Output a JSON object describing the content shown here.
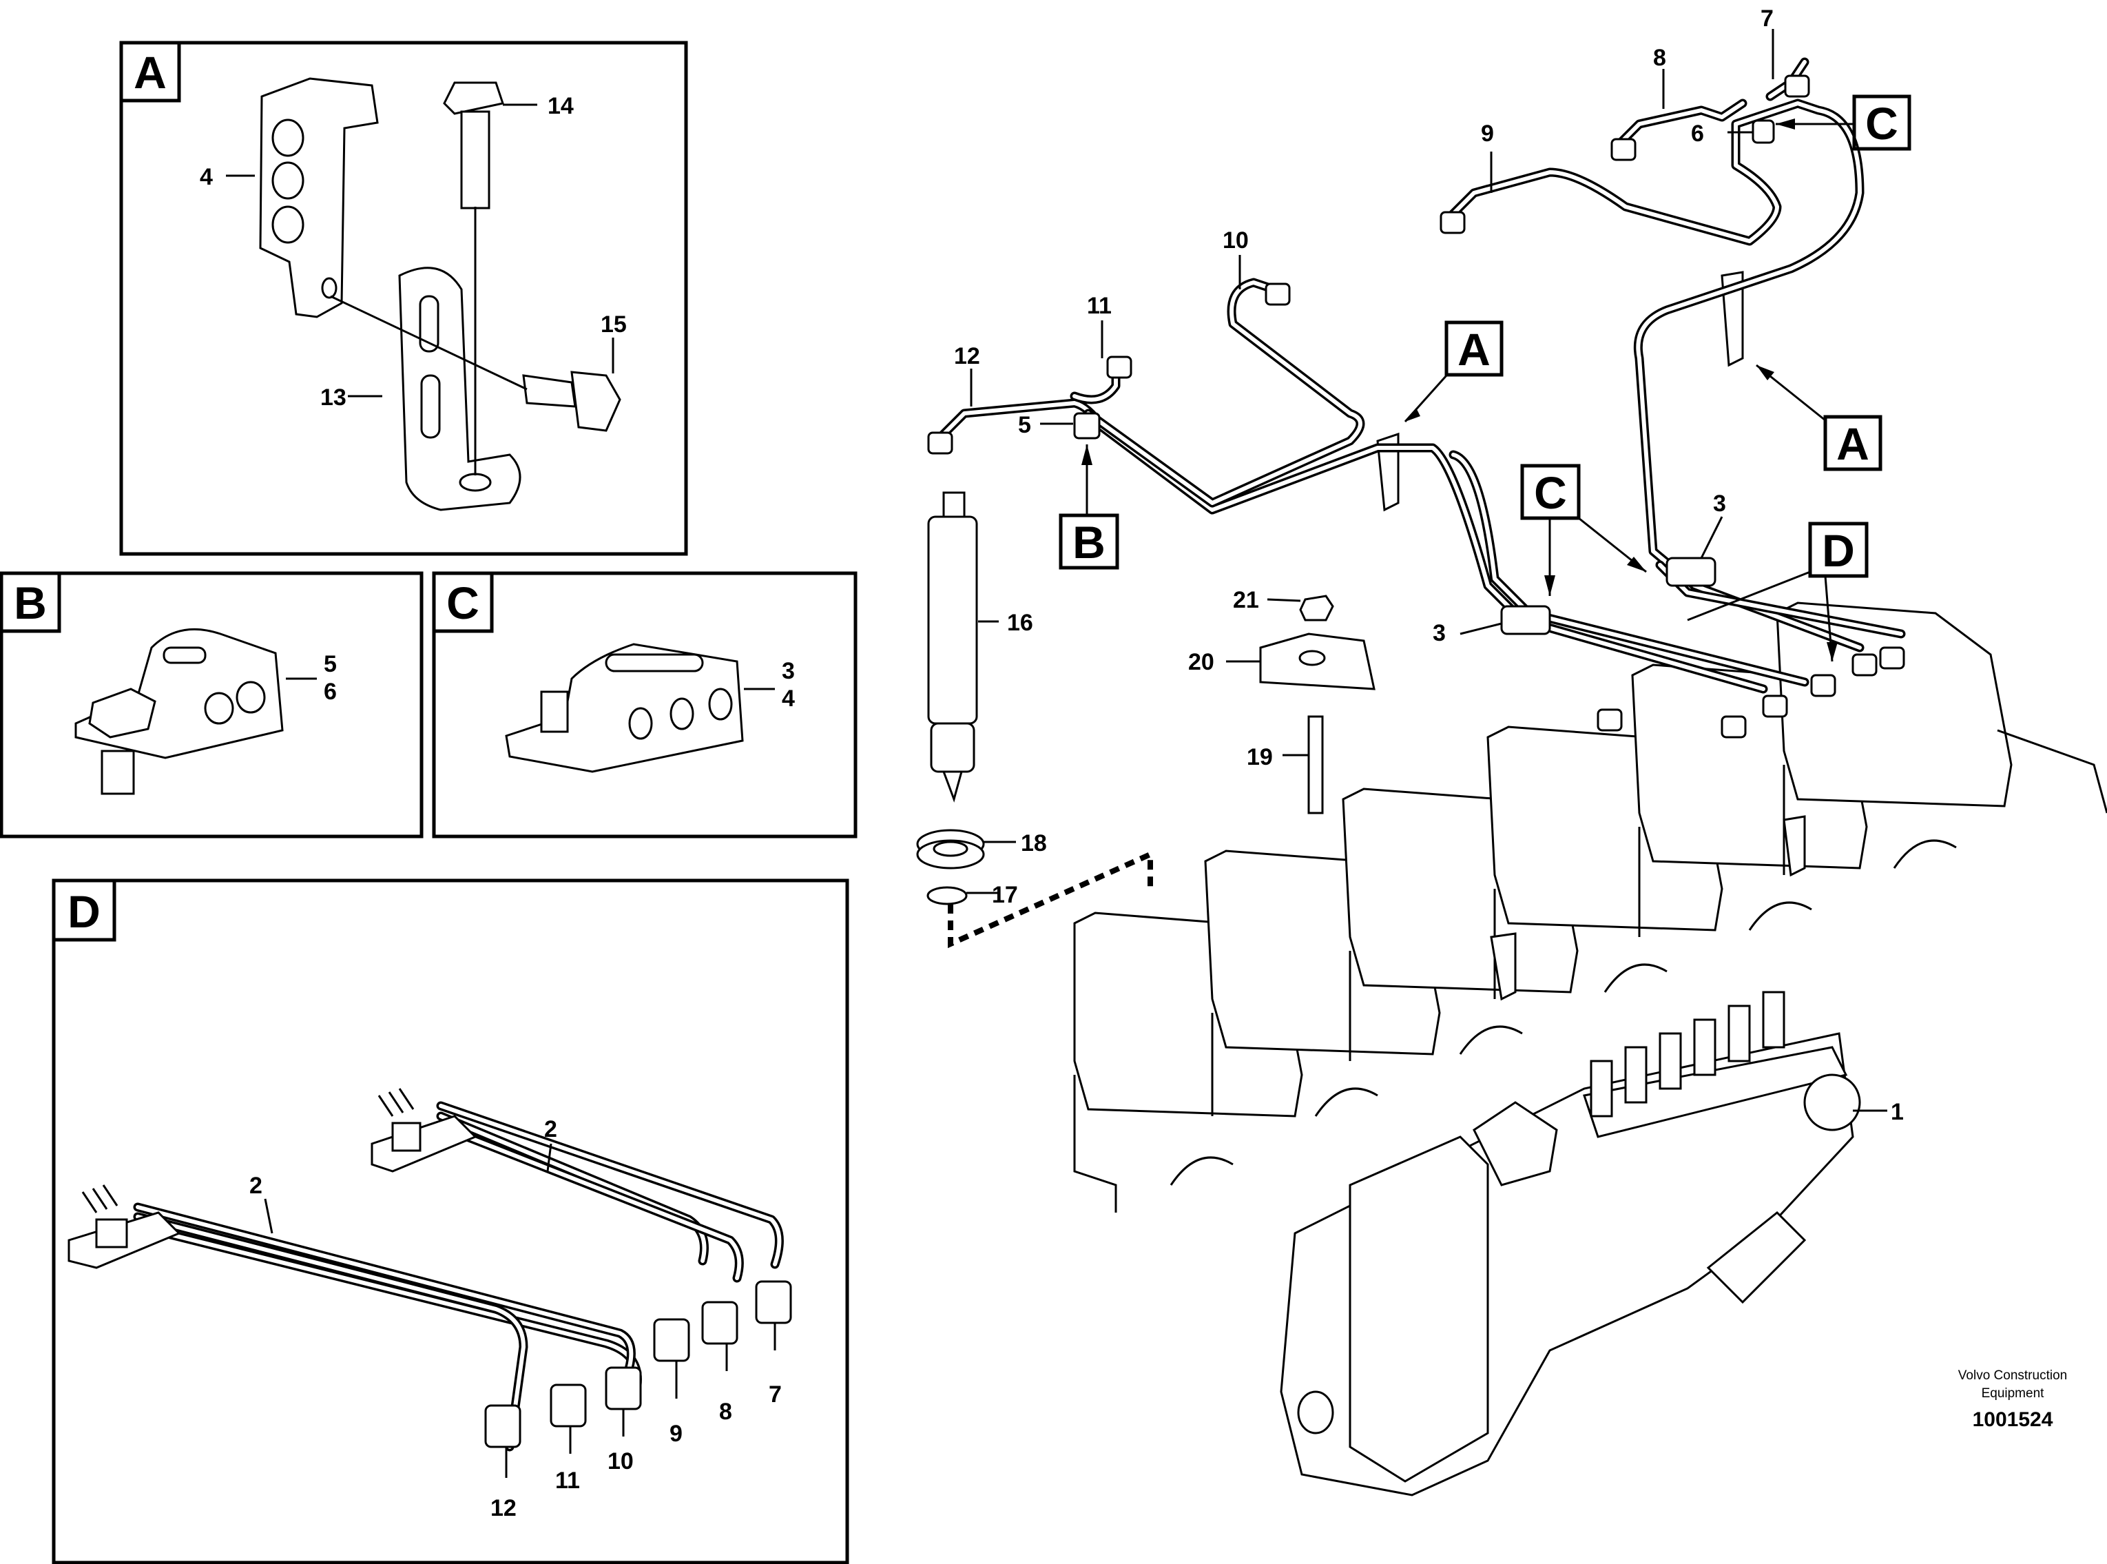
{
  "diagram": {
    "views": {
      "A": "A",
      "B": "B",
      "C": "C",
      "D": "D"
    },
    "callouts": {
      "c1": "1",
      "c2a": "2",
      "c2b": "2",
      "c3a": "3",
      "c3b": "3",
      "c3c": "3",
      "c4a": "4",
      "c4b": "4",
      "c5a": "5",
      "c5b": "5",
      "c6a": "6",
      "c6b": "6",
      "c7a": "7",
      "c7b": "7",
      "c8a": "8",
      "c8b": "8",
      "c9a": "9",
      "c9b": "9",
      "c10a": "10",
      "c10b": "10",
      "c11a": "11",
      "c11b": "11",
      "c12a": "12",
      "c12b": "12",
      "c13": "13",
      "c14": "14",
      "c15": "15",
      "c16": "16",
      "c17": "17",
      "c18": "18",
      "c19": "19",
      "c20": "20",
      "c21": "21"
    },
    "refs": {
      "refA1": "A",
      "refA2": "A",
      "refB": "B",
      "refC1": "C",
      "refC2": "C",
      "refD": "D"
    },
    "brand_line1": "Volvo Construction",
    "brand_line2": "Equipment",
    "doc_number": "1001524"
  }
}
